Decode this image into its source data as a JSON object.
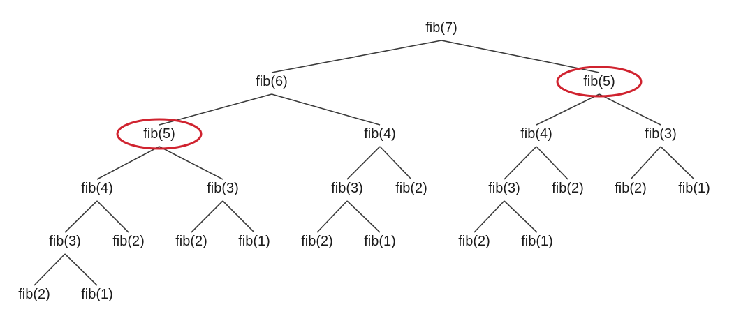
{
  "colors": {
    "text": "#1a1a1a",
    "edge": "#3a3a3a",
    "highlight": "#d0232f"
  },
  "tree": {
    "root": "n1",
    "nodes": [
      {
        "id": "n1",
        "label": "fib(7)",
        "children": [
          "n2",
          "n3"
        ]
      },
      {
        "id": "n2",
        "label": "fib(6)",
        "children": [
          "n4",
          "n5"
        ]
      },
      {
        "id": "n3",
        "label": "fib(5)",
        "children": [
          "n6",
          "n7"
        ],
        "highlighted": true
      },
      {
        "id": "n4",
        "label": "fib(5)",
        "children": [
          "n8",
          "n9"
        ],
        "highlighted": true
      },
      {
        "id": "n5",
        "label": "fib(4)",
        "children": [
          "n10",
          "n11"
        ]
      },
      {
        "id": "n6",
        "label": "fib(4)",
        "children": [
          "n12",
          "n13"
        ]
      },
      {
        "id": "n7",
        "label": "fib(3)",
        "children": [
          "n14",
          "n15"
        ]
      },
      {
        "id": "n8",
        "label": "fib(4)",
        "children": [
          "n16",
          "n17"
        ]
      },
      {
        "id": "n9",
        "label": "fib(3)",
        "children": [
          "n18",
          "n19"
        ]
      },
      {
        "id": "n10",
        "label": "fib(3)",
        "children": [
          "n20",
          "n21"
        ]
      },
      {
        "id": "n11",
        "label": "fib(2)",
        "children": []
      },
      {
        "id": "n12",
        "label": "fib(3)",
        "children": [
          "n22",
          "n23"
        ]
      },
      {
        "id": "n13",
        "label": "fib(2)",
        "children": []
      },
      {
        "id": "n14",
        "label": "fib(2)",
        "children": []
      },
      {
        "id": "n15",
        "label": "fib(1)",
        "children": []
      },
      {
        "id": "n16",
        "label": "fib(3)",
        "children": [
          "n24",
          "n25"
        ]
      },
      {
        "id": "n17",
        "label": "fib(2)",
        "children": []
      },
      {
        "id": "n18",
        "label": "fib(2)",
        "children": []
      },
      {
        "id": "n19",
        "label": "fib(1)",
        "children": []
      },
      {
        "id": "n20",
        "label": "fib(2)",
        "children": []
      },
      {
        "id": "n21",
        "label": "fib(1)",
        "children": []
      },
      {
        "id": "n22",
        "label": "fib(2)",
        "children": []
      },
      {
        "id": "n23",
        "label": "fib(1)",
        "children": []
      },
      {
        "id": "n24",
        "label": "fib(2)",
        "children": []
      },
      {
        "id": "n25",
        "label": "fib(1)",
        "children": []
      }
    ]
  }
}
